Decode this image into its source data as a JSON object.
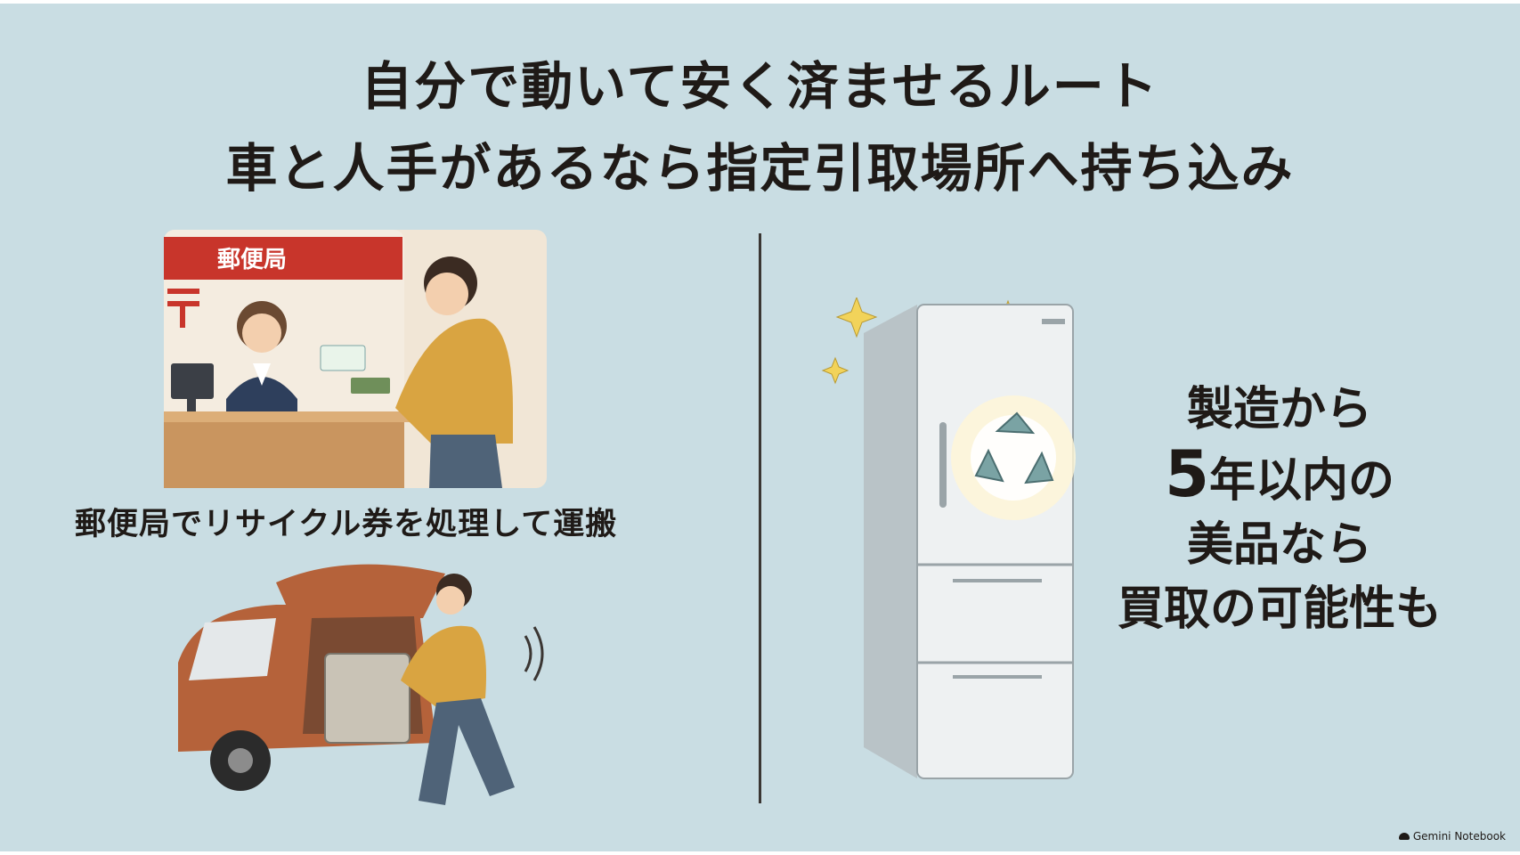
{
  "title": {
    "line1": "自分で動いて安く済ませるルート",
    "line2": "車と人手があるなら指定引取場所へ持ち込み"
  },
  "left": {
    "post_office_sign": "郵便局",
    "caption": "郵便局でリサイクル券を処理して運搬"
  },
  "right": {
    "line1": "製造から",
    "line2_num": "5",
    "line2_rest": "年以内の",
    "line3": "美品なら",
    "line4": "買取の可能性も"
  },
  "brand": "Gemini Notebook",
  "colors": {
    "background": "#c9dde3",
    "accent_red": "#c8352b",
    "recycle_teal": "#7aa3a4",
    "shirt": "#d9a441",
    "car": "#b5623a"
  }
}
